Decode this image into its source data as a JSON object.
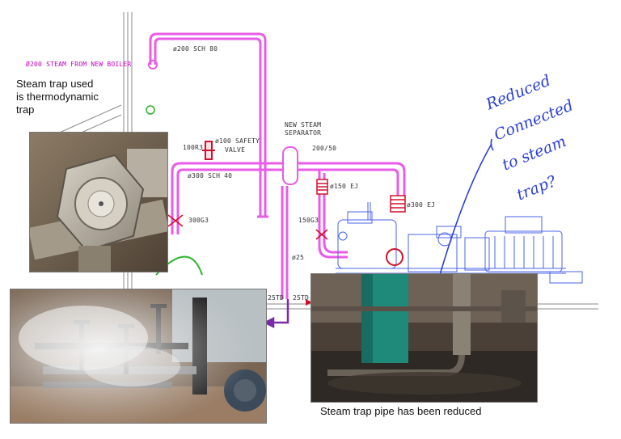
{
  "labels": {
    "steam_from_boiler": "Ø200 STEAM FROM NEW BOILER",
    "pipe_200": "ø200 SCH 80",
    "trap_note_line1": "Steam trap used",
    "trap_note_line2": "is thermodynamic",
    "trap_note_line3": "trap",
    "separator_line1": "NEW STEAM",
    "separator_line2": "SEPARATOR",
    "ref_100r3": "100R3",
    "safety_valve_line1": "ø100 SAFETY",
    "safety_valve_line2": "VALVE",
    "pipe_200_50": "200/50",
    "pipe_300": "ø300 SCH 40",
    "ej_150": "ø150 EJ",
    "ej_300": "ø300 EJ",
    "ref_300g3": "300G3",
    "ref_150g3": "150G3",
    "pipe_25": "ø25",
    "td_left": "25TD",
    "td_right": "25TD",
    "caption_reduced": "Steam trap pipe has been reduced"
  },
  "handwritten": {
    "line1": "Reduced",
    "line2": "Connected",
    "line3": "to steam",
    "line4": "trap?"
  },
  "colors": {
    "pipe": "#e85ce8",
    "equipment": "#4a63e8",
    "handwriting": "#2a3fd6",
    "arrow": "#7a2aa8",
    "valve_red": "#d0102a"
  }
}
